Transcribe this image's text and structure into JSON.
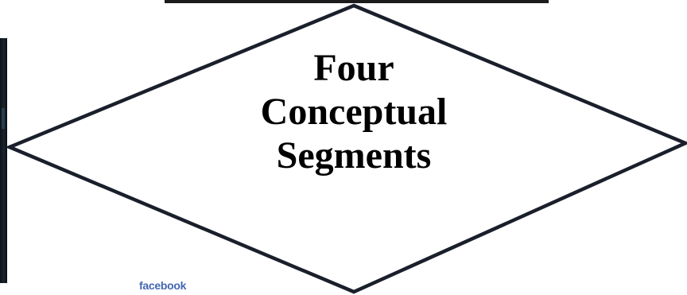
{
  "diagram": {
    "label_lines": [
      "Four",
      "Conceptual",
      "Segments"
    ],
    "shape": "diamond",
    "stroke_color": "#1a1f2b",
    "fill_color": "#ffffff"
  },
  "brand": {
    "text": "facebook",
    "color": "#4267b2"
  }
}
